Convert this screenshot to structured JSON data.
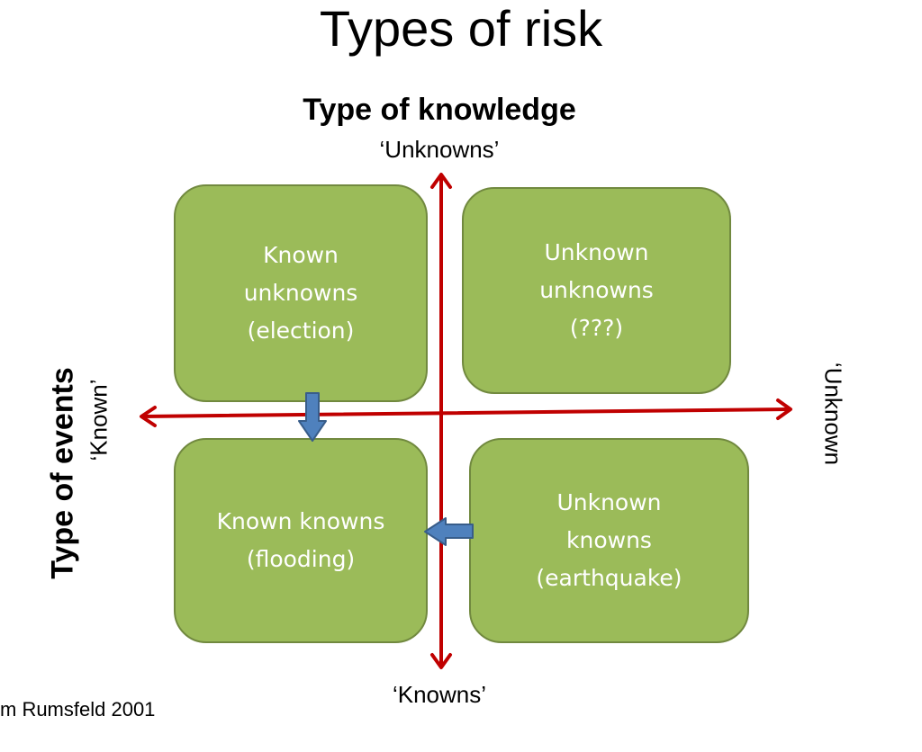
{
  "title": "Types of risk",
  "y_axis": {
    "title": "Type of knowledge",
    "top_label": "‘Unknowns’",
    "bottom_label": "‘Knowns’"
  },
  "x_axis": {
    "title": "Type of events",
    "left_label": "‘Known’",
    "right_label": "‘Unknown"
  },
  "quadrants": {
    "top_left": "Known\nunknowns\n(election)",
    "top_right": "Unknown\nunknowns\n(???)",
    "bottom_left": "Known knowns\n(flooding)",
    "bottom_right": "Unknown\nknowns\n(earthquake)"
  },
  "source": "m Rumsfeld 2001",
  "colors": {
    "quadrant_fill": "#9bbb59",
    "quadrant_border": "#71893f",
    "axis": "#c00000",
    "transition_arrow": "#4f81bd"
  }
}
